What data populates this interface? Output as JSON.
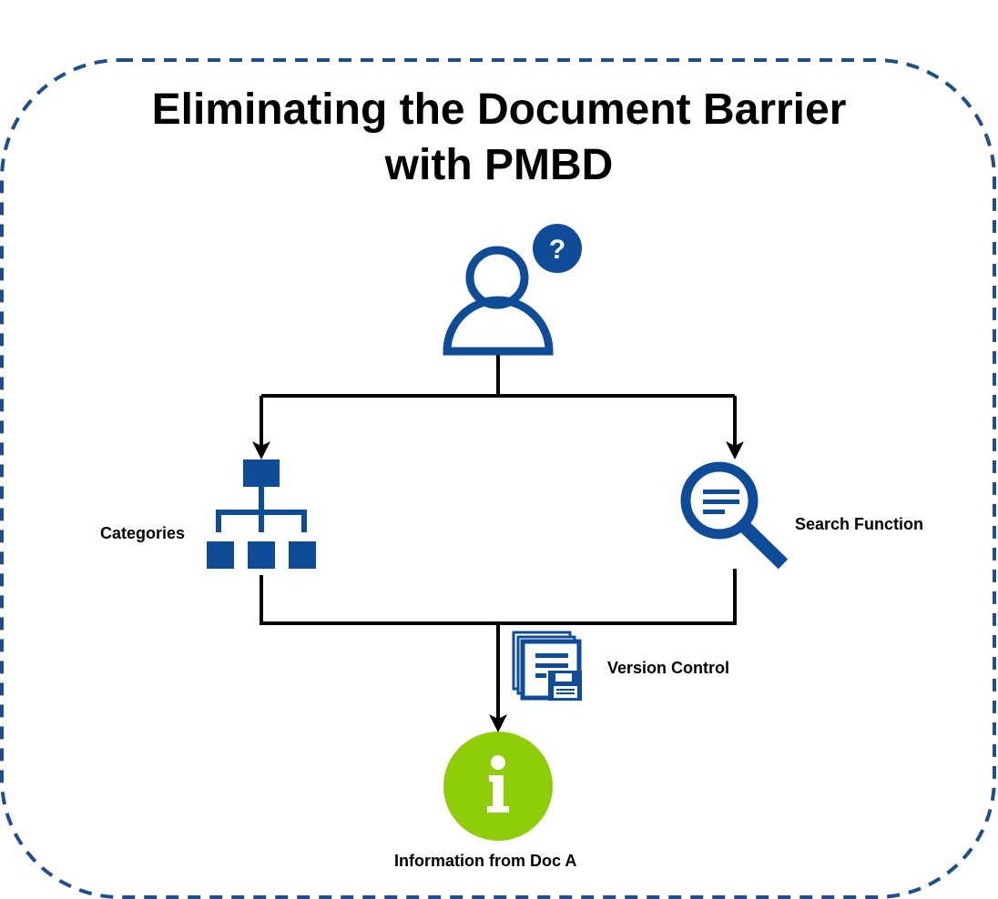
{
  "title": {
    "line1": "Eliminating the Document Barrier",
    "line2": "with PMBD"
  },
  "nodes": {
    "user": {
      "badge": "?"
    },
    "categories": {
      "label": "Categories"
    },
    "search": {
      "label": "Search Function"
    },
    "version": {
      "label": "Version Control"
    },
    "info": {
      "label": "Information from Doc A",
      "glyph": "i"
    }
  },
  "colors": {
    "accent": "#0f4c97",
    "info": "#8fcc0a",
    "border": "#1f4e8c",
    "connector": "#000000"
  },
  "icons": [
    "user-icon",
    "question-badge-icon",
    "org-chart-icon",
    "magnifier-icon",
    "documents-floppy-icon",
    "info-icon"
  ]
}
